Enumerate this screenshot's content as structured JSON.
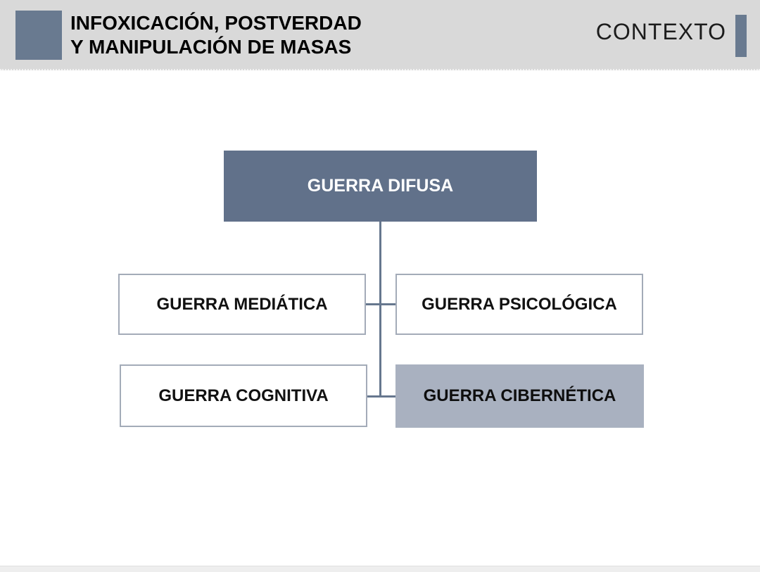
{
  "header": {
    "title_line1": "INFOXICACIÓN, POSTVERDAD",
    "title_line2": "Y MANIPULACIÓN DE MASAS",
    "context_label": "CONTEXTO"
  },
  "diagram": {
    "type": "hierarchy",
    "root": {
      "label": "GUERRA DIFUSA",
      "style": "filled-dark"
    },
    "children": [
      {
        "label": "GUERRA MEDIÁTICA",
        "style": "outline"
      },
      {
        "label": "GUERRA PSICOLÓGICA",
        "style": "outline"
      },
      {
        "label": "GUERRA COGNITIVA",
        "style": "outline"
      },
      {
        "label": "GUERRA CIBERNÉTICA",
        "style": "filled-light"
      }
    ]
  },
  "colors": {
    "header_background": "#d9d9d9",
    "accent_slate": "#697a90",
    "root_box_fill": "#61718a",
    "root_box_text": "#ffffff",
    "child_box_fill": "#ffffff",
    "child_box_border": "#a3abb8",
    "highlight_box_fill": "#a9b1c0",
    "connector": "#66778e",
    "title_text": "#000000",
    "footer_strip": "#eeeeee"
  }
}
